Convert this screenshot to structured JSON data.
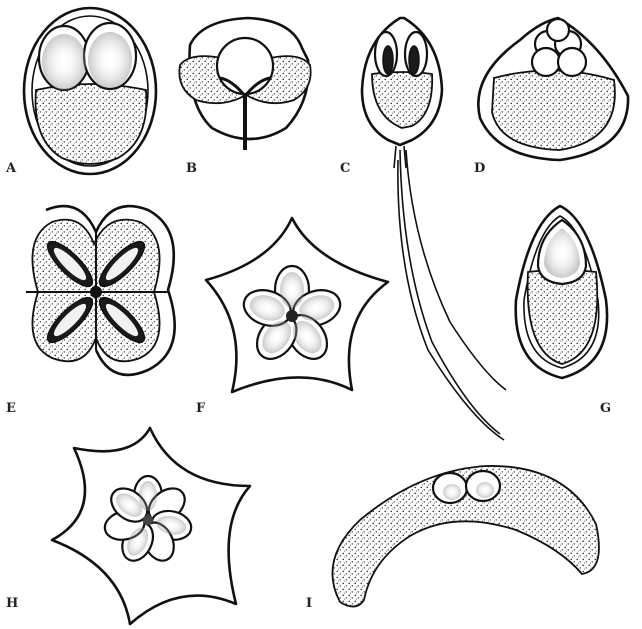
{
  "panels": [
    {
      "id": "A",
      "label": "A"
    },
    {
      "id": "B",
      "label": "B"
    },
    {
      "id": "C",
      "label": "C"
    },
    {
      "id": "D",
      "label": "D"
    },
    {
      "id": "E",
      "label": "E"
    },
    {
      "id": "F",
      "label": "F"
    },
    {
      "id": "G",
      "label": "G"
    },
    {
      "id": "H",
      "label": "H"
    },
    {
      "id": "I",
      "label": "I"
    }
  ],
  "colors": {
    "ink": "#111111",
    "paper": "#ffffff"
  }
}
